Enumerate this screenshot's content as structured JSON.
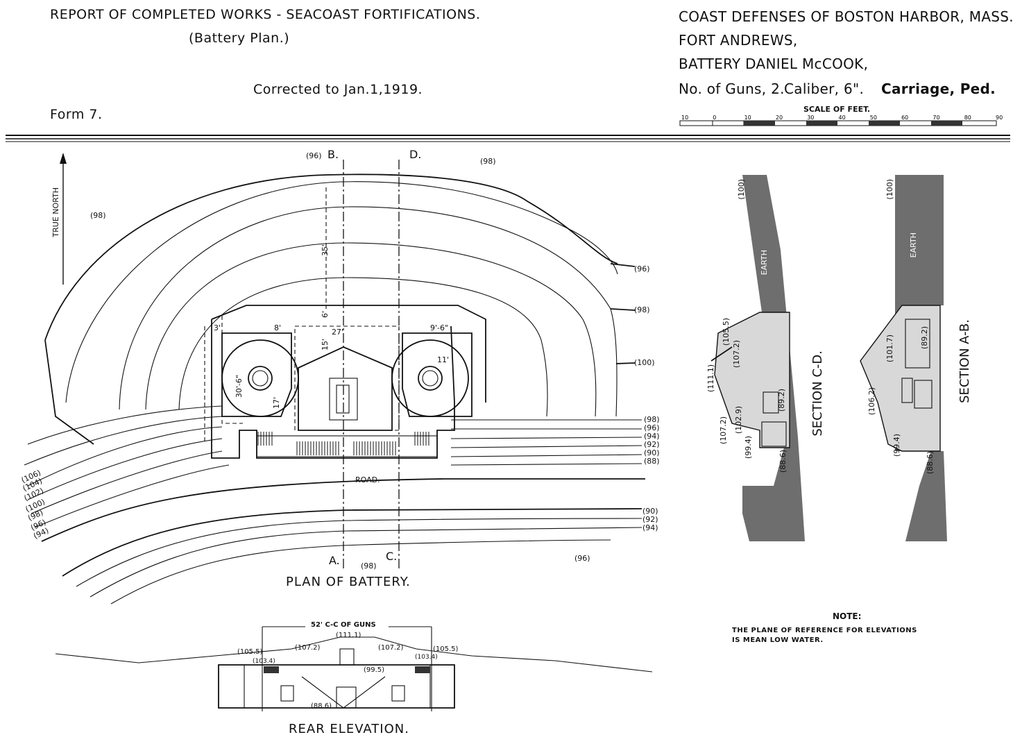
{
  "header": {
    "left_title": "REPORT OF COMPLETED WORKS - SEACOAST FORTIFICATIONS.",
    "left_subtitle": "(Battery Plan.)",
    "corrected": "Corrected to Jan.1,1919.",
    "form": "Form 7.",
    "right_line1": "COAST DEFENSES OF BOSTON HARBOR, MASS.",
    "right_line2": "FORT ANDREWS,",
    "right_line3": "BATTERY DANIEL McCOOK,",
    "right_line4_guns": "No. of Guns, 2.",
    "right_line4_caliber": "Caliber, 6\".",
    "right_line4_carriage": "Carriage, Ped."
  },
  "scale": {
    "title": "SCALE OF FEET.",
    "ticks": [
      "10",
      "0",
      "10",
      "20",
      "30",
      "40",
      "50",
      "60",
      "70",
      "80",
      "90"
    ]
  },
  "plan": {
    "north_label": "TRUE NORTH",
    "title": "PLAN OF BATTERY.",
    "road_label": "ROAD.",
    "section_marks": [
      "B.",
      "D.",
      "A.",
      "C."
    ],
    "contours_right_top": [
      "(96)",
      "(98)",
      "(100)"
    ],
    "contours_right_mid": [
      "(98)",
      "(96)",
      "(94)",
      "(92)",
      "(90)",
      "(88)"
    ],
    "contours_right_low": [
      "(90)",
      "(92)",
      "(94)"
    ],
    "contours_left": [
      "(106)",
      "(104)",
      "(102)",
      "(100)",
      "(98)",
      "(96)",
      "(94)"
    ],
    "contour_top_96": "(96)",
    "contour_top_98": "(98)",
    "contour_left_98": "(98)",
    "contour_bottom_98": "(98)",
    "contour_bottom_96": "(96)",
    "dim_35": "35'",
    "dim_6": "6'",
    "dim_15": "15'",
    "dim_27": "27'",
    "dim_30_6": "30'-6\"",
    "dim_17": "17'",
    "dim_11": "11'",
    "dim_3": "3'",
    "dim_8": "8'",
    "dim_9_6": "9'-6\""
  },
  "section_cd": {
    "title": "SECTION C-D.",
    "earth": "EARTH",
    "elev_100": "(100)",
    "elev_105_5": "(105.5)",
    "elev_107_2": "(107.2)",
    "elev_111_1": "(111.1)",
    "elev_102_9": "(102.9)",
    "elev_89_2": "(89.2)",
    "elev_107_2b": "(107.2)",
    "elev_99_4": "(99.4)",
    "elev_88_6": "(88.6)"
  },
  "section_ab": {
    "title": "SECTION A-B.",
    "earth": "EARTH",
    "elev_100": "(100)",
    "elev_101_7": "(101.7)",
    "elev_89_2": "(89.2)",
    "elev_106_2": "(106.2)",
    "elev_99_4": "(99.4)",
    "elev_88_6": "(88.6)"
  },
  "rear": {
    "title": "REAR ELEVATION.",
    "span": "52' C-C OF GUNS",
    "elev_111_1": "(111.1)",
    "elev_107_2a": "(107.2)",
    "elev_107_2b": "(107.2)",
    "elev_105_5a": "(105.5)",
    "elev_105_5b": "(105.5)",
    "elev_103_4a": "(103.4)",
    "elev_103_4b": "(103.4)",
    "elev_99_5": "(99.5)",
    "elev_88_6": "(88.6)"
  },
  "note": {
    "title": "NOTE:",
    "line1": "THE PLANE OF REFERENCE FOR ELEVATIONS",
    "line2": "IS MEAN LOW WATER."
  }
}
